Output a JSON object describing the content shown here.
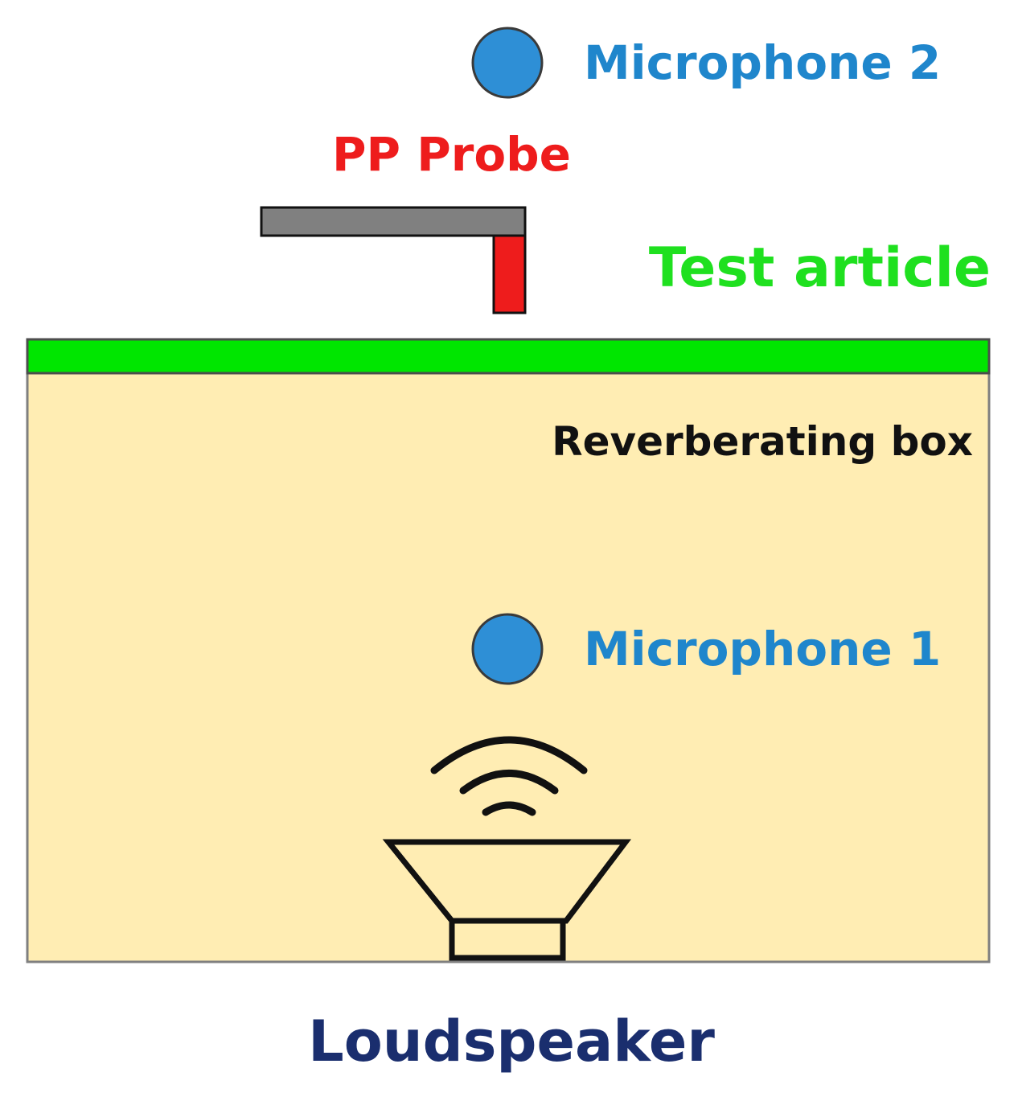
{
  "labels": {
    "microphone_2": "Microphone 2",
    "pp_probe": "PP Probe",
    "test_article": "Test article",
    "reverberating_box": "Reverberating box",
    "microphone_1": "Microphone 1",
    "loudspeaker": "Loudspeaker"
  },
  "colors": {
    "microphone_fill": "#2e8fd6",
    "microphone_label": "#1f86cc",
    "pp_probe_label": "#ee1c1c",
    "probe_tip": "#ee1c1c",
    "probe_arm": "#808080",
    "test_article": "#00e600",
    "test_article_label": "#1fe01f",
    "box_fill": "#ffedb3",
    "box_label": "#111111",
    "loudspeaker_label": "#1a2e6e",
    "speaker_line": "#111111"
  },
  "icons": {
    "microphone": "circle",
    "loudspeaker": "speaker-cone-icon",
    "sound_waves": "sound-wave-arcs"
  }
}
